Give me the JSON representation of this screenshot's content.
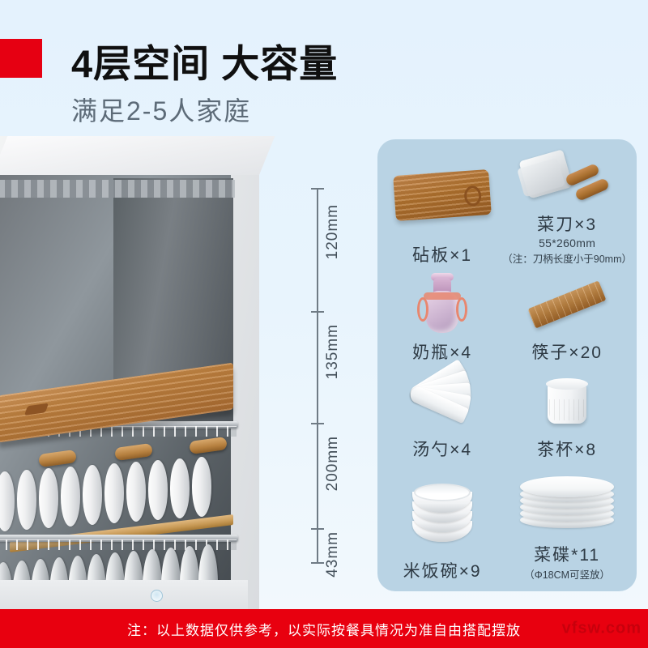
{
  "header": {
    "title": "4层空间 大容量",
    "subtitle": "满足2-5人家庭",
    "accent_color": "#e60012"
  },
  "product": {
    "name": "dishwasher-cutaway",
    "indicator_icon": "power-indicator-icon"
  },
  "dimensions": {
    "unit_note": "",
    "segments": [
      {
        "label": "120mm",
        "value": 120
      },
      {
        "label": "135mm",
        "value": 135
      },
      {
        "label": "200mm",
        "value": 200
      },
      {
        "label": "43mm",
        "value": 43
      }
    ]
  },
  "capacity_panel": {
    "background_color": "#b9d3e4",
    "items": [
      {
        "icon": "cutting-board-icon",
        "label": "砧板×1",
        "spec": "",
        "note": ""
      },
      {
        "icon": "kitchen-knife-icon",
        "label": "菜刀×3",
        "spec": "55*260mm",
        "note": "（注：刀柄长度小于90mm）"
      },
      {
        "icon": "baby-bottle-icon",
        "label": "奶瓶×4",
        "spec": "",
        "note": ""
      },
      {
        "icon": "chopsticks-icon",
        "label": "筷子×20",
        "spec": "",
        "note": ""
      },
      {
        "icon": "soup-spoon-icon",
        "label": "汤勺×4",
        "spec": "",
        "note": ""
      },
      {
        "icon": "tea-cup-icon",
        "label": "茶杯×8",
        "spec": "",
        "note": ""
      },
      {
        "icon": "rice-bowl-icon",
        "label": "米饭碗×9",
        "spec": "",
        "note": ""
      },
      {
        "icon": "dish-plate-icon",
        "label": "菜碟*11",
        "spec": "",
        "note": "（Φ18CM可竖放）"
      }
    ]
  },
  "footer": {
    "text": "注：以上数据仅供参考，以实际按餐具情况为准自由搭配摆放",
    "background_color": "#e8000f",
    "watermark": "vfsw.com"
  }
}
